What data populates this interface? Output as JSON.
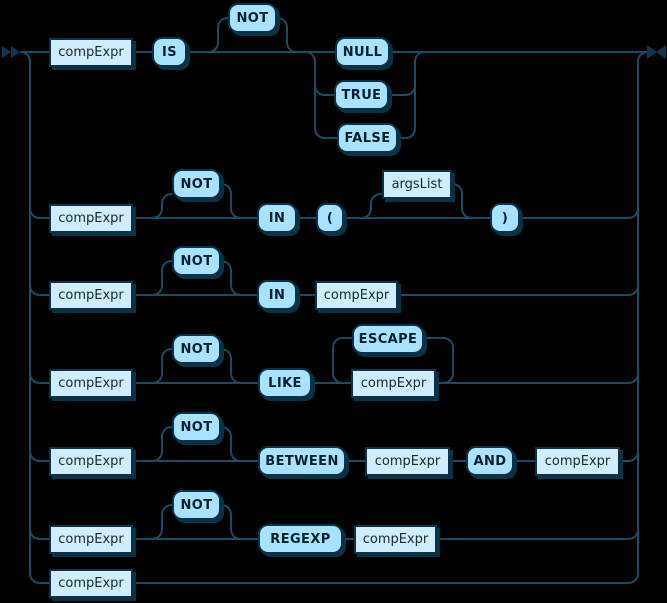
{
  "diagram": {
    "kind": "railroad-syntax-diagram",
    "colors": {
      "background": "#000000",
      "line": "#1c4a63",
      "arrow": "#0d3850",
      "terminal_fill": "#a9e2fc",
      "nonterminal_fill": "#d0edfd",
      "node_border": "#0a3349",
      "node_shadow": "#0c3044",
      "terminal_text": "#04202e",
      "nonterminal_text": "#19292f"
    },
    "rows": [
      {
        "name": "is-predicate",
        "nodes": [
          {
            "kind": "nonterminal",
            "label": "compExpr"
          },
          {
            "kind": "terminal",
            "label": "IS"
          },
          {
            "kind": "terminal",
            "label": "NOT",
            "optional": true
          },
          {
            "kind": "terminal",
            "label": "NULL",
            "choice": true
          },
          {
            "kind": "terminal",
            "label": "TRUE",
            "choice": true
          },
          {
            "kind": "terminal",
            "label": "FALSE",
            "choice": true
          }
        ]
      },
      {
        "name": "in-list-predicate",
        "nodes": [
          {
            "kind": "nonterminal",
            "label": "compExpr"
          },
          {
            "kind": "terminal",
            "label": "NOT",
            "optional": true
          },
          {
            "kind": "terminal",
            "label": "IN"
          },
          {
            "kind": "terminal",
            "label": "("
          },
          {
            "kind": "nonterminal",
            "label": "argsList",
            "optional": true
          },
          {
            "kind": "terminal",
            "label": ")"
          }
        ]
      },
      {
        "name": "in-expr-predicate",
        "nodes": [
          {
            "kind": "nonterminal",
            "label": "compExpr"
          },
          {
            "kind": "terminal",
            "label": "NOT",
            "optional": true
          },
          {
            "kind": "terminal",
            "label": "IN"
          },
          {
            "kind": "nonterminal",
            "label": "compExpr"
          }
        ]
      },
      {
        "name": "like-predicate",
        "nodes": [
          {
            "kind": "nonterminal",
            "label": "compExpr"
          },
          {
            "kind": "terminal",
            "label": "NOT",
            "optional": true
          },
          {
            "kind": "terminal",
            "label": "LIKE"
          },
          {
            "kind": "terminal",
            "label": "ESCAPE",
            "loop": true
          },
          {
            "kind": "nonterminal",
            "label": "compExpr"
          }
        ]
      },
      {
        "name": "between-predicate",
        "nodes": [
          {
            "kind": "nonterminal",
            "label": "compExpr"
          },
          {
            "kind": "terminal",
            "label": "NOT",
            "optional": true
          },
          {
            "kind": "terminal",
            "label": "BETWEEN"
          },
          {
            "kind": "nonterminal",
            "label": "compExpr"
          },
          {
            "kind": "terminal",
            "label": "AND"
          },
          {
            "kind": "nonterminal",
            "label": "compExpr"
          }
        ]
      },
      {
        "name": "regexp-predicate",
        "nodes": [
          {
            "kind": "nonterminal",
            "label": "compExpr"
          },
          {
            "kind": "terminal",
            "label": "NOT",
            "optional": true
          },
          {
            "kind": "terminal",
            "label": "REGEXP"
          },
          {
            "kind": "nonterminal",
            "label": "compExpr"
          }
        ]
      },
      {
        "name": "plain-expression",
        "nodes": [
          {
            "kind": "nonterminal",
            "label": "compExpr"
          }
        ]
      }
    ]
  }
}
